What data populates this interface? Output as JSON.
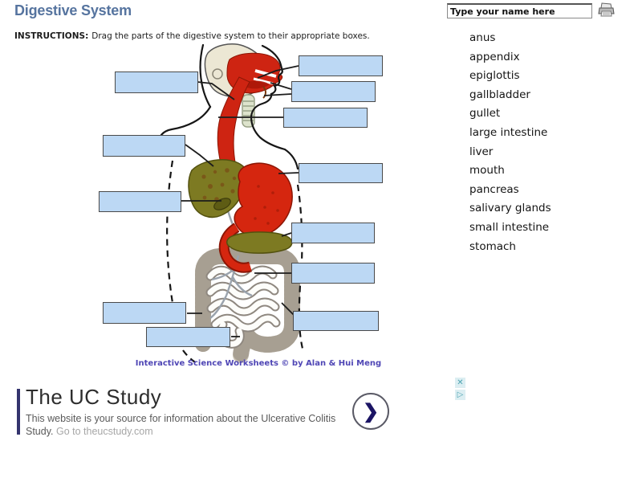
{
  "header": {
    "title": "Digestive System",
    "title_color": "#56749f"
  },
  "name_input": {
    "value": "Type your name here"
  },
  "toolbar": {
    "print_icon": "printer"
  },
  "instructions": {
    "label": "INSTRUCTIONS:",
    "text": "Drag the parts of the digestive system to their appropriate boxes."
  },
  "word_bank": {
    "items": [
      "anus",
      "appendix",
      "epiglottis",
      "gallbladder",
      "gullet",
      "large intestine",
      "liver",
      "mouth",
      "pancreas",
      "salivary glands",
      "small intestine",
      "stomach"
    ]
  },
  "diagram": {
    "credit": "Interactive Science Worksheets © by Alan & Hui Meng",
    "drop_box_count": 12,
    "drop_box_fill": "#bcd8f4"
  },
  "ad": {
    "title": "The UC Study",
    "body": "This website is your source for information about the Ulcerative Colitis Study.",
    "link": "Go to theucstudy.com",
    "arrow_glyph": "❯",
    "close_glyph": "✕",
    "adchoices_glyph": "▷",
    "accent": "#34346e"
  }
}
